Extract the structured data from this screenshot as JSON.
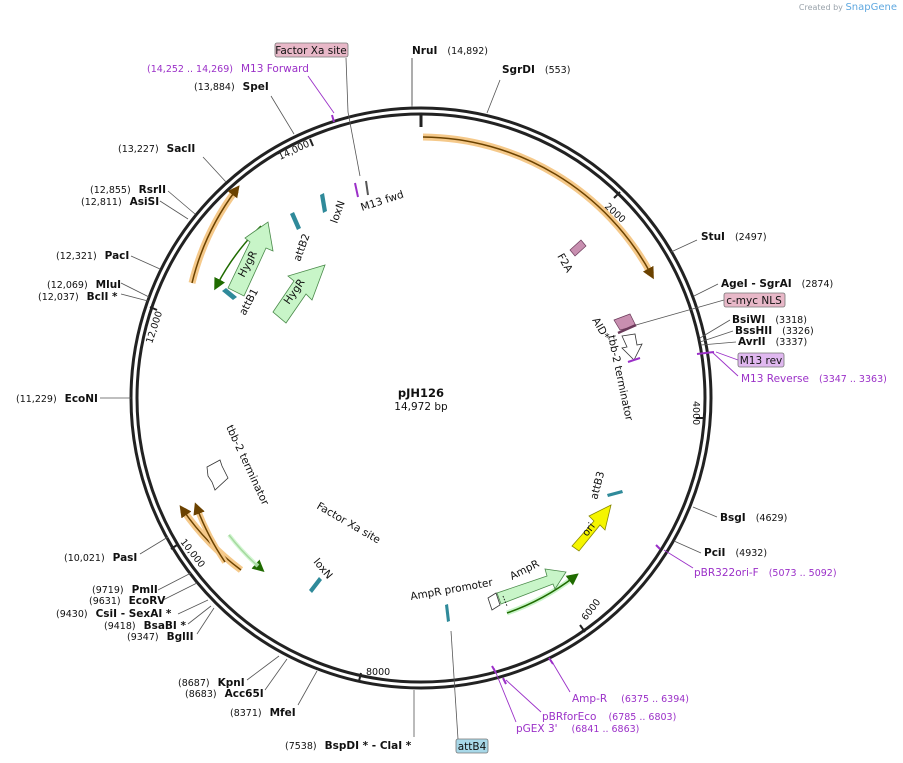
{
  "credit": {
    "prefix": "Created by",
    "brand": "SnapGene"
  },
  "plasmid": {
    "name": "pJH126",
    "length": "14,972 bp"
  },
  "ticks": [
    "2000",
    "4000",
    "6000",
    "8000",
    "10,000",
    "12,000",
    "14,000"
  ],
  "enzymes": [
    {
      "name": "NruI",
      "pos": "(14,892)"
    },
    {
      "name": "SgrDI",
      "pos": "(553)"
    },
    {
      "name": "StuI",
      "pos": "(2497)"
    },
    {
      "name": "AgeI",
      "sep": " - ",
      "name2": "SgrAI",
      "pos": "(2874)"
    },
    {
      "name": "BsiWI",
      "pos": "(3318)"
    },
    {
      "name": "BssHII",
      "pos": "(3326)"
    },
    {
      "name": "AvrII",
      "pos": "(3337)"
    },
    {
      "name": "BsgI",
      "pos": "(4629)"
    },
    {
      "name": "PciI",
      "pos": "(4932)"
    },
    {
      "name": "BspDI *",
      "sep": " - ",
      "name2": "ClaI *",
      "pos": "(7538)"
    },
    {
      "name": "MfeI",
      "pos": "(8371)"
    },
    {
      "name": "Acc65I",
      "pos": "(8683)"
    },
    {
      "name": "KpnI",
      "pos": "(8687)"
    },
    {
      "name": "BglII",
      "pos": "(9347)"
    },
    {
      "name": "BsaBI *",
      "pos": "(9418)"
    },
    {
      "name": "CsiI",
      "sep": " - ",
      "name2": "SexAI *",
      "pos": "(9430)"
    },
    {
      "name": "EcoRV",
      "pos": "(9631)"
    },
    {
      "name": "PmlI",
      "pos": "(9719)"
    },
    {
      "name": "PasI",
      "pos": "(10,021)"
    },
    {
      "name": "EcoNI",
      "pos": "(11,229)"
    },
    {
      "name": "BclI *",
      "pos": "(12,037)"
    },
    {
      "name": "MluI",
      "pos": "(12,069)"
    },
    {
      "name": "PacI",
      "pos": "(12,321)"
    },
    {
      "name": "AsiSI",
      "pos": "(12,811)"
    },
    {
      "name": "RsrII",
      "pos": "(12,855)"
    },
    {
      "name": "SacII",
      "pos": "(13,227)"
    },
    {
      "name": "SpeI",
      "pos": "(13,884)"
    }
  ],
  "primers": [
    {
      "name": "M13 Forward",
      "pos": "(14,252 .. 14,269)"
    },
    {
      "name": "M13 Reverse",
      "pos": "(3347 .. 3363)"
    },
    {
      "name": "pBR322ori-F",
      "pos": "(5073 .. 5092)"
    },
    {
      "name": "Amp-R",
      "pos": "(6375 .. 6394)"
    },
    {
      "name": "pBRforEco",
      "pos": "(6785 .. 6803)"
    },
    {
      "name": "pGEX 3'",
      "pos": "(6841 .. 6863)"
    }
  ],
  "boxed": [
    "Factor Xa site",
    "c-myc NLS",
    "M13 rev",
    "attB4"
  ],
  "features": [
    "F2A",
    "AID*",
    "tbb-2 terminator",
    "attB3",
    "ori",
    "AmpR",
    "AmpR promoter",
    "Factor Xa site",
    "loxN",
    "tbb-2 terminator",
    "HygR",
    "HygR",
    "attB1",
    "attB2",
    "loxN",
    "M13 fwd"
  ],
  "colors": {
    "backbone": "#222222",
    "orf_arrow": "#f5c98a",
    "orf_line": "#6b4200",
    "hygr": "#c8f5c8",
    "ori": "#f5f500",
    "primer": "#9b30c8",
    "factor_xa_box": "#e8b8c8",
    "cmyc_box": "#e8b8c8",
    "m13rev_box": "#e0b8f0",
    "attb4_box": "#a8d8e8",
    "att_site": "#2f8a9a"
  }
}
